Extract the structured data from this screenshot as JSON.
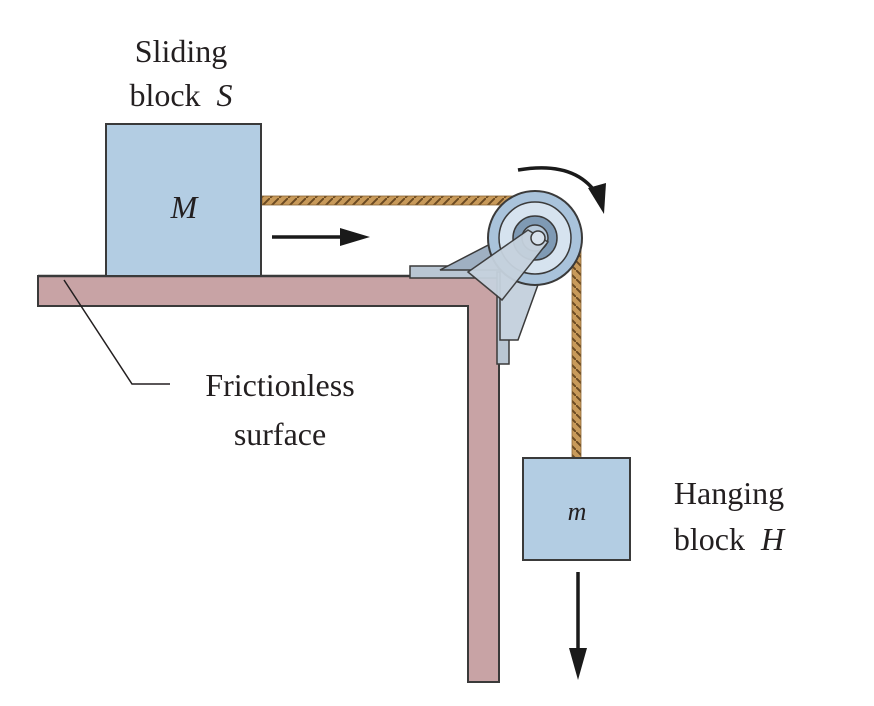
{
  "labels": {
    "sliding_line1": "Sliding",
    "sliding_line2": "block",
    "sliding_var": "S",
    "mass_big": "M",
    "mass_small": "m",
    "frictionless_line1": "Frictionless",
    "frictionless_line2": "surface",
    "hanging_line1": "Hanging",
    "hanging_line2": "block",
    "hanging_var": "H"
  },
  "colors": {
    "block_fill": "#b3cde3",
    "block_stroke": "#3a3a3a",
    "table_fill": "#c8a3a5",
    "table_stroke": "#3a3a3a",
    "rope": "#b88a4e",
    "rope_dark": "#6b4a22",
    "pulley_outer": "#a9c3db",
    "pulley_mid": "#d6e3ef",
    "bracket": "#b9c6d3",
    "arrow": "#1a1a1a",
    "text": "#231f20"
  },
  "icons": {
    "sliding_direction": "arrow-right-icon",
    "hanging_direction": "arrow-down-icon",
    "pulley_rotation": "arrow-clockwise-icon"
  }
}
